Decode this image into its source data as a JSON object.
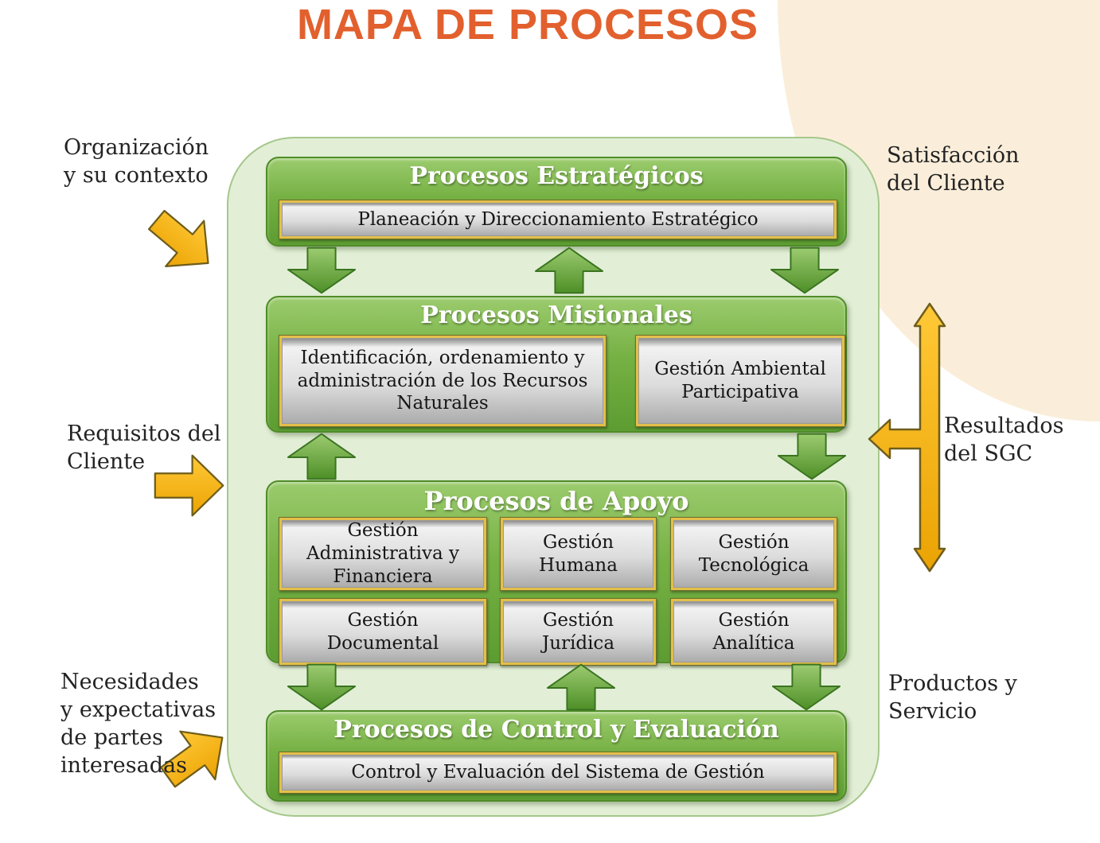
{
  "title": "MAPA DE PROCESOS",
  "palette": {
    "title_orange": "#E2602E",
    "container_green": "#E2EFD6",
    "panel_green": "#76B144",
    "panel_border_green": "#4F8C28",
    "box_gold_frame": "#E3BF4A",
    "box_gray": "#DCDCDC",
    "arrow_green": "#6FAC3F",
    "arrow_yellow": "#F7B916",
    "cream_blob": "#FAEEDA"
  },
  "sections": [
    {
      "id": "estrategicos",
      "title": "Procesos Estratégicos",
      "boxes": [
        "Planeación y Direccionamiento Estratégico"
      ]
    },
    {
      "id": "misionales",
      "title": "Procesos Misionales",
      "boxes": [
        "Identificación, ordenamiento y administración de los Recursos Naturales",
        "Gestión Ambiental Participativa"
      ]
    },
    {
      "id": "apoyo",
      "title": "Procesos de Apoyo",
      "boxes": [
        "Gestión Administrativa y Financiera",
        "Gestión Humana",
        "Gestión Tecnológica",
        "Gestión Documental",
        "Gestión Jurídica",
        "Gestión Analítica"
      ]
    },
    {
      "id": "control",
      "title": "Procesos de Control y Evaluación",
      "boxes": [
        "Control y Evaluación del Sistema de Gestión"
      ]
    }
  ],
  "left_labels": [
    {
      "label": "Organización\ny su contexto"
    },
    {
      "label": "Requisitos del\nCliente"
    },
    {
      "label": "Necesidades\ny expectativas\nde partes\ninteresadas"
    }
  ],
  "right_labels": [
    {
      "label": "Satisfacción\ndel Cliente"
    },
    {
      "label": "Resultados\ndel SGC"
    },
    {
      "label": "Productos y\nServicio"
    }
  ],
  "icons": {
    "green_flow_arrows": [
      {
        "between": "estrategicos-misionales",
        "directions": [
          "down",
          "up",
          "down"
        ]
      },
      {
        "between": "misionales-apoyo",
        "directions": [
          "up",
          "down"
        ]
      },
      {
        "between": "apoyo-control",
        "directions": [
          "down",
          "up",
          "down"
        ]
      }
    ],
    "yellow_input_arrows": [
      "diagonal-down-right",
      "right",
      "diagonal-up-right"
    ],
    "yellow_output_arrow": "vertical-double-with-left-branch"
  }
}
